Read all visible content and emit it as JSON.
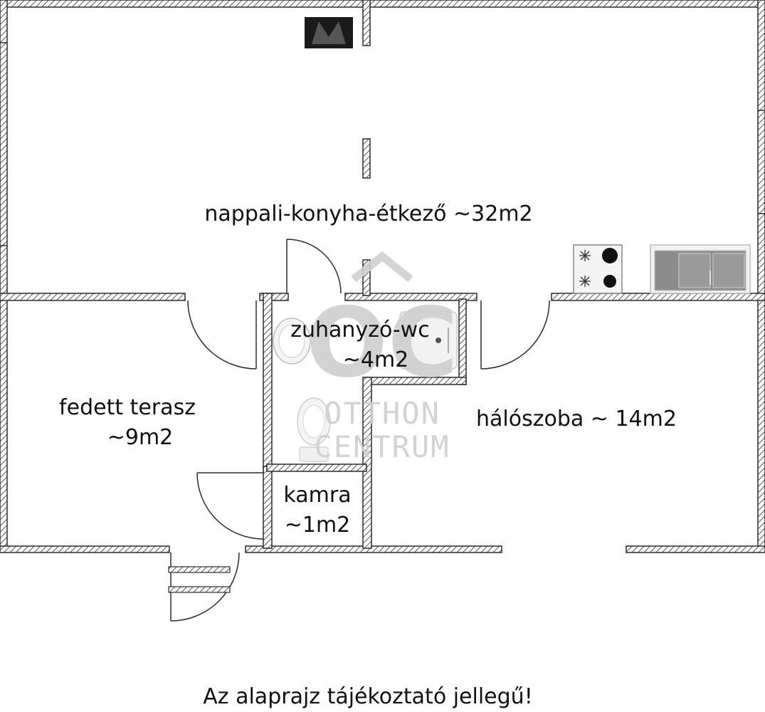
{
  "rooms": {
    "living": {
      "name": "nappali-konyha-étkező ~32m2"
    },
    "shower": {
      "name": "zuhanyzó-wc",
      "area": "~4m2"
    },
    "terrace": {
      "name": "fedett terasz",
      "area": "~9m2"
    },
    "bedroom": {
      "name": "hálószoba ~ 14m2"
    },
    "pantry": {
      "name": "kamra",
      "area": "~1m2"
    }
  },
  "watermark": {
    "monogram": "OC",
    "line1": "OTTHON",
    "line2": "CENTRUM"
  },
  "footer": {
    "note": "Az alaprajz tájékoztató jellegű!"
  },
  "colors": {
    "wall": "#2b2b2b",
    "hatch": "#555555",
    "fixture": "#d9d9d9",
    "watermark": "#cfcfcf"
  }
}
